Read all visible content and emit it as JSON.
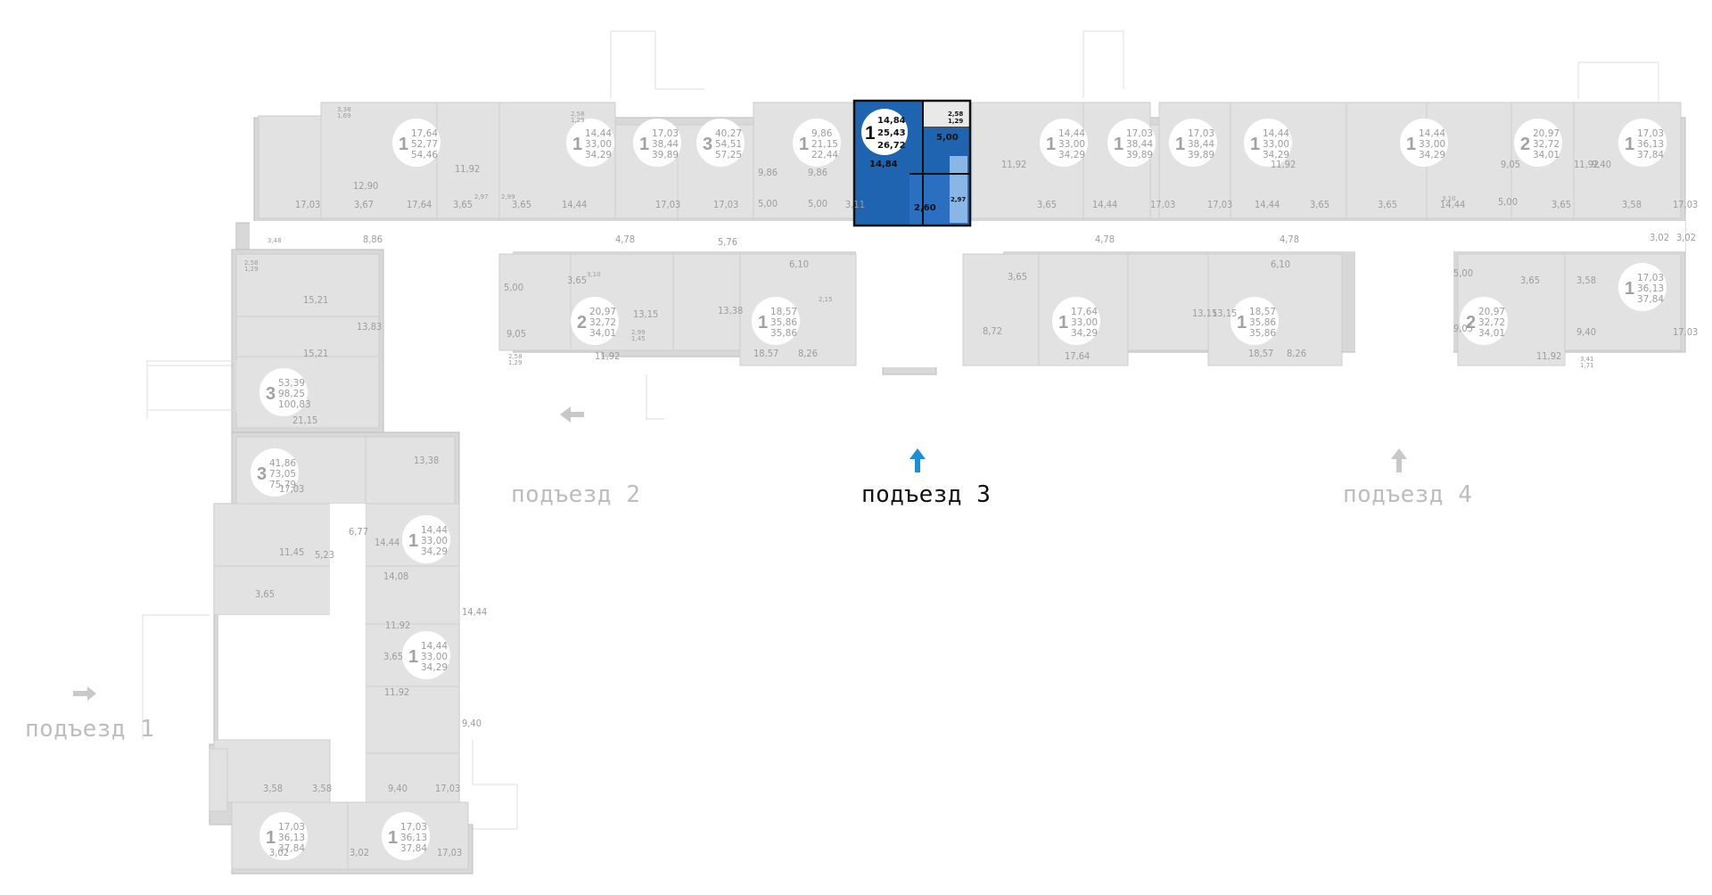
{
  "entrances": [
    {
      "label": "подъезд 1",
      "active": false
    },
    {
      "label": "подъезд 2",
      "active": false
    },
    {
      "label": "подъезд 3",
      "active": true
    },
    {
      "label": "подъезд 4",
      "active": false
    }
  ],
  "selected_apartment": {
    "rooms": "1",
    "living": "14,84",
    "total": "25,43",
    "total_with_balcony": "26,72",
    "room_area": "14,84",
    "kitchen_area": "5,00",
    "hall_area": "2,60",
    "bath_area": "2,97",
    "balcony_area": "2,58",
    "balcony_coef": "1,29"
  },
  "apartments": [
    {
      "rooms": "1",
      "a": "17,64",
      "b": "52,77",
      "c": "54,46"
    },
    {
      "rooms": "1",
      "a": "14,44",
      "b": "33,00",
      "c": "34,29"
    },
    {
      "rooms": "1",
      "a": "17,03",
      "b": "38,44",
      "c": "39,89"
    },
    {
      "rooms": "3",
      "a": "40,27",
      "b": "54,51",
      "c": "57,25"
    },
    {
      "rooms": "1",
      "a": "9,86",
      "b": "21,15",
      "c": "22,44"
    },
    {
      "rooms": "1",
      "a": "14,44",
      "b": "33,00",
      "c": "34,29"
    },
    {
      "rooms": "1",
      "a": "17,03",
      "b": "38,44",
      "c": "39,89"
    },
    {
      "rooms": "1",
      "a": "17,03",
      "b": "38,44",
      "c": "39,89"
    },
    {
      "rooms": "1",
      "a": "14,44",
      "b": "33,00",
      "c": "34,29"
    },
    {
      "rooms": "1",
      "a": "14,44",
      "b": "33,00",
      "c": "34,29"
    },
    {
      "rooms": "2",
      "a": "20,97",
      "b": "32,72",
      "c": "34,01"
    },
    {
      "rooms": "1",
      "a": "17,03",
      "b": "36,13",
      "c": "37,84"
    },
    {
      "rooms": "2",
      "a": "20,97",
      "b": "32,72",
      "c": "34,01"
    },
    {
      "rooms": "1",
      "a": "18,57",
      "b": "35,86",
      "c": "35,86"
    },
    {
      "rooms": "1",
      "a": "17,64",
      "b": "33,00",
      "c": "34,29"
    },
    {
      "rooms": "1",
      "a": "18,57",
      "b": "35,86",
      "c": "35,86"
    },
    {
      "rooms": "2",
      "a": "20,97",
      "b": "32,72",
      "c": "34,01"
    },
    {
      "rooms": "1",
      "a": "17,03",
      "b": "36,13",
      "c": "37,84"
    },
    {
      "rooms": "3",
      "a": "53,39",
      "b": "98,25",
      "c": "100,83"
    },
    {
      "rooms": "3",
      "a": "41,86",
      "b": "73,05",
      "c": "75,79"
    },
    {
      "rooms": "1",
      "a": "14,44",
      "b": "33,00",
      "c": "34,29"
    },
    {
      "rooms": "1",
      "a": "14,44",
      "b": "33,00",
      "c": "34,29"
    },
    {
      "rooms": "1",
      "a": "17,03",
      "b": "36,13",
      "c": "37,84"
    },
    {
      "rooms": "1",
      "a": "17,03",
      "b": "36,13",
      "c": "37,84"
    }
  ],
  "room_labels": [
    "12,90",
    "17,03",
    "3,67",
    "17,64",
    "3,65",
    "11,92",
    "3,65",
    "14,44",
    "17,03",
    "17,03",
    "9,86",
    "5,00",
    "9,86",
    "5,00",
    "3,11",
    "11,92",
    "3,65",
    "14,44",
    "17,03",
    "17,03",
    "14,44",
    "3,65",
    "11,92",
    "3,65",
    "14,44",
    "9,05",
    "5,00",
    "3,65",
    "11,92",
    "9,40",
    "3,58",
    "17,03",
    "8,86",
    "4,78",
    "5,76",
    "4,78",
    "4,78",
    "3,02",
    "3,02",
    "15,21",
    "15,21",
    "13,83",
    "5,00",
    "3,65",
    "9,05",
    "11,92",
    "13,15",
    "13,38",
    "6,10",
    "18,57",
    "8,26",
    "3,65",
    "8,72",
    "17,64",
    "13,15",
    "13,15",
    "6,10",
    "18,57",
    "8,26",
    "5,00",
    "3,65",
    "9,05",
    "11,92",
    "3,58",
    "9,40",
    "17,03",
    "21,15",
    "13,38",
    "17,03",
    "11,45",
    "5,23",
    "6,77",
    "14,44",
    "14,08",
    "3,65",
    "11,92",
    "14,44",
    "3,65",
    "11,92",
    "9,40",
    "3,58",
    "3,58",
    "9,40",
    "17,03",
    "3,02",
    "3,02",
    "17,03"
  ],
  "small_labels": [
    "3,38",
    "1,69",
    "2,58",
    "1,29",
    "2,97",
    "2,99",
    "3,48",
    "2,58",
    "1,29",
    "3,10",
    "2,99",
    "1,45",
    "2,58",
    "1,29",
    "2,15",
    "3,41",
    "1,71",
    "3,10"
  ]
}
